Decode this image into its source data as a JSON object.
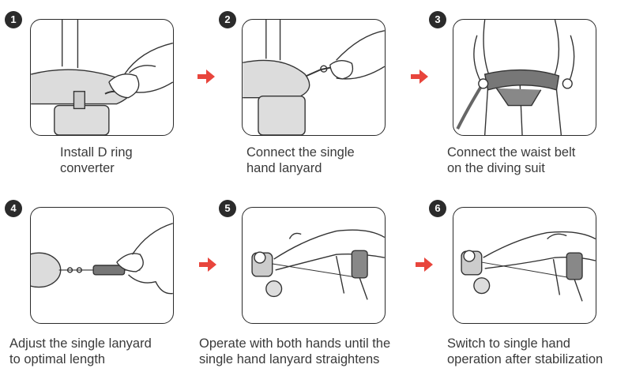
{
  "accent_color": "#e8453c",
  "steps": [
    {
      "number": "1",
      "caption_line1": "Install D ring",
      "caption_line2": "converter"
    },
    {
      "number": "2",
      "caption_line1": "Connect the single",
      "caption_line2": "hand lanyard"
    },
    {
      "number": "3",
      "caption_line1": "Connect the waist belt",
      "caption_line2": "on the diving suit"
    },
    {
      "number": "4",
      "caption_line1": "Adjust the single lanyard",
      "caption_line2": "to optimal length"
    },
    {
      "number": "5",
      "caption_line1": "Operate with both hands until the",
      "caption_line2": "single hand lanyard straightens"
    },
    {
      "number": "6",
      "caption_line1": "Switch to single hand",
      "caption_line2": "operation after stabilization"
    }
  ],
  "icons": {
    "arrow": "right-arrow-icon",
    "step_illustrations": [
      "d-ring-install-icon",
      "lanyard-connect-icon",
      "waist-belt-icon",
      "lanyard-adjust-icon",
      "diver-two-hands-icon",
      "diver-one-hand-icon"
    ]
  }
}
